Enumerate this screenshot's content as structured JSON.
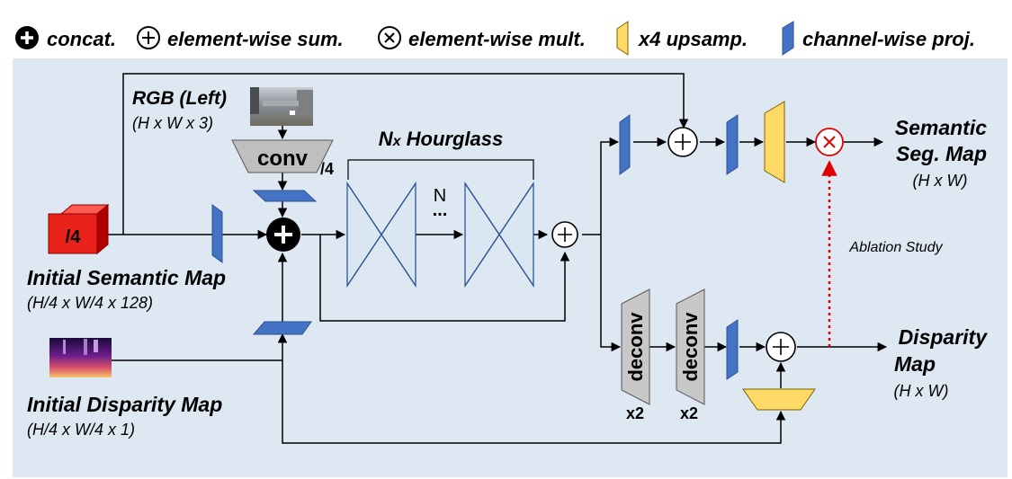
{
  "legend": {
    "concat": "concat.",
    "sum": "element-wise sum.",
    "mult": "element-wise mult.",
    "upsample": "x4 upsamp.",
    "proj": "channel-wise proj."
  },
  "inputs": {
    "rgb_title": "RGB (Left)",
    "rgb_dims": "(H x W x 3)",
    "conv_label": "conv",
    "conv_scale": "/4",
    "semantic_box": "/4",
    "semantic_title": "Initial Semantic Map",
    "semantic_dims": "(H/4 x W/4 x 128)",
    "disparity_title": "Initial Disparity Map",
    "disparity_dims": "(H/4 x W/4 x 1)"
  },
  "hourglass": {
    "title_prefix": "N",
    "title_x": "x",
    "title_rest": " Hourglass",
    "n_label": "N",
    "dots": "..."
  },
  "decoder": {
    "deconv1": "deconv",
    "deconv2": "deconv",
    "x2_1": "x2",
    "x2_2": "x2",
    "ablation": "Ablation Study"
  },
  "outputs": {
    "semantic_line1": "Semantic",
    "semantic_line2": "Seg. Map",
    "semantic_dims": "(H x W)",
    "disparity_line1": "Disparity",
    "disparity_line2": "Map",
    "disparity_dims": "(H x W)"
  },
  "colors": {
    "background_panel": "#dde8f3",
    "proj_blue": "#4472c4",
    "upsample_yellow": "#ffd966",
    "semantic_red": "#e8221a",
    "hourglass_fill": "#dae6f2",
    "hourglass_stroke": "#2f5597",
    "conv_gray": "#bfbfbf",
    "ablation_red": "#e00000"
  }
}
